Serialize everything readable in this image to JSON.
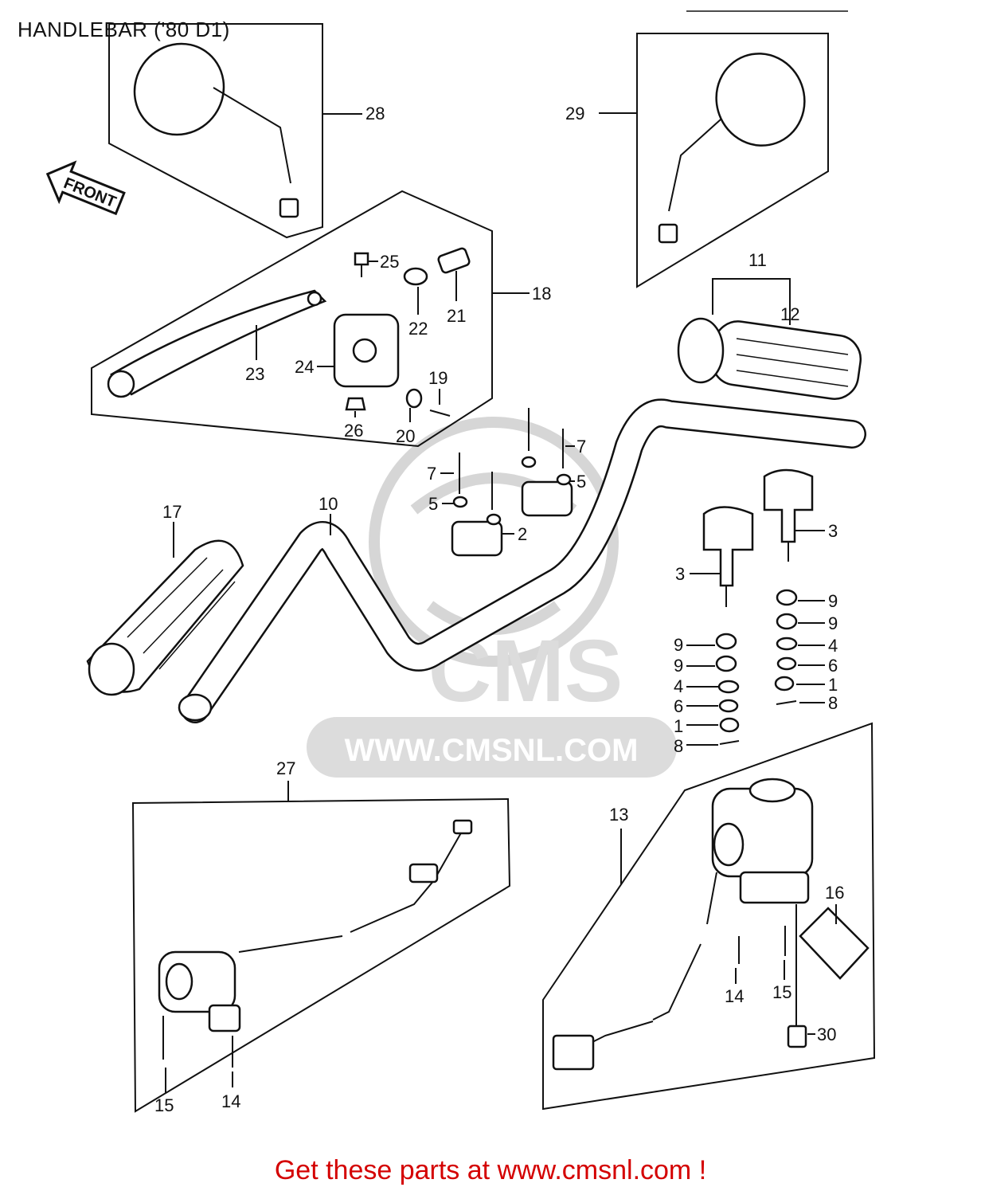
{
  "title": "HANDLEBAR ('80 D1)",
  "front_arrow": "FRONT",
  "watermark": {
    "logo_text": "CMS",
    "url": "WWW.CMSNL.COM"
  },
  "footer": "Get these parts at www.cmsnl.com !",
  "colors": {
    "footer": "#d40000",
    "watermark": "#d8d8d8",
    "lines": "#111111"
  },
  "callouts": {
    "c28": "28",
    "c29": "29",
    "c25": "25",
    "c18": "18",
    "c22": "22",
    "c21": "21",
    "c23": "23",
    "c24": "24",
    "c19": "19",
    "c26": "26",
    "c20": "20",
    "c11": "11",
    "c12": "12",
    "c7a": "7",
    "c7b": "7",
    "c5a": "5",
    "c5b": "5",
    "c2": "2",
    "c10": "10",
    "c17": "17",
    "c3a": "3",
    "c3b": "3",
    "c9a": "9",
    "c9b": "9",
    "c4a": "4",
    "c6a": "6",
    "c1a": "1",
    "c8a": "8",
    "c9c": "9",
    "c9d": "9",
    "c4b": "4",
    "c6b": "6",
    "c1b": "1",
    "c8b": "8",
    "c27": "27",
    "c13": "13",
    "c16": "16",
    "c14a": "14",
    "c15a": "15",
    "c30": "30",
    "c15b": "15",
    "c14b": "14"
  }
}
